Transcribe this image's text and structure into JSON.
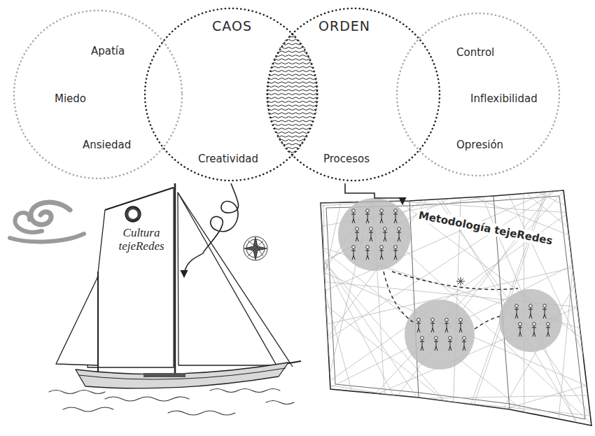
{
  "diagram": {
    "nodes": [
      {
        "text": [
          "Apatía",
          "Miedo",
          "Ansiedad"
        ]
      },
      {
        "text": [
          "CAOS",
          "Creatividad"
        ]
      },
      {
        "text": [
          "ORDEN",
          "Procesos"
        ]
      },
      {
        "text": [
          "Control",
          "Inflexibilidad",
          "Opresión"
        ]
      },
      {
        "text": [
          "Cultura tejeRedes"
        ]
      },
      {
        "text": [
          "Metodología tejeRedes"
        ]
      }
    ],
    "edges": [
      {
        "from": 1,
        "to": 4,
        "arrow": "to"
      },
      {
        "from": 2,
        "to": 5,
        "arrow": "to"
      }
    ]
  }
}
